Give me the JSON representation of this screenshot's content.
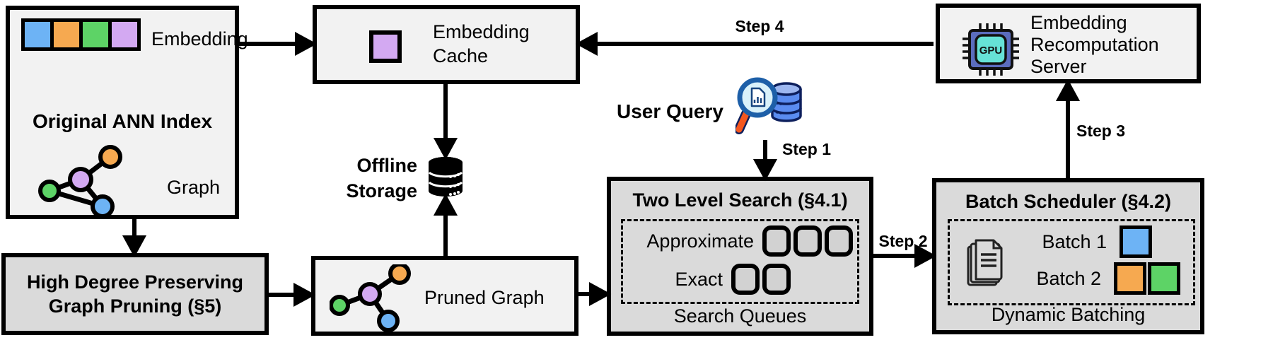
{
  "ann_index": {
    "title": "Original ANN Index",
    "embedding_label": "Embedding",
    "graph_label": "Graph"
  },
  "graph_pruning": {
    "line1": "High Degree Preserving",
    "line2": "Graph Pruning (§5)"
  },
  "embedding_cache": {
    "line1": "Embedding",
    "line2": "Cache"
  },
  "offline_storage": {
    "line1": "Offline",
    "line2": "Storage"
  },
  "pruned_graph": {
    "label": "Pruned Graph"
  },
  "user_query": {
    "label": "User Query"
  },
  "two_level_search": {
    "title": "Two Level Search (§4.1)",
    "approximate_label": "Approximate",
    "exact_label": "Exact",
    "footer": "Search Queues"
  },
  "batch_scheduler": {
    "title": "Batch Scheduler (§4.2)",
    "batch1_label": "Batch 1",
    "batch2_label": "Batch 2",
    "footer": "Dynamic Batching"
  },
  "recomputation_server": {
    "line1": "Embedding",
    "line2": "Recomputation",
    "line3": "Server",
    "chip_label": "GPU"
  },
  "steps": {
    "step1": "Step 1",
    "step2": "Step 2",
    "step3": "Step 3",
    "step4": "Step 4"
  },
  "colors": {
    "blue": "#6db3f5",
    "orange": "#f6a950",
    "green": "#5dd366",
    "purple": "#d3a9f2",
    "box_light": "#f2f2f2",
    "box_gray": "#dadada",
    "queue_slot": "#d2d2d2",
    "gpu_outer": "#5b6dbe",
    "gpu_inner": "#66e2d6",
    "magnifier_rim": "#1d5fa8",
    "magnifier_handle": "#f4571f",
    "query_db": "#5a8cf0"
  }
}
